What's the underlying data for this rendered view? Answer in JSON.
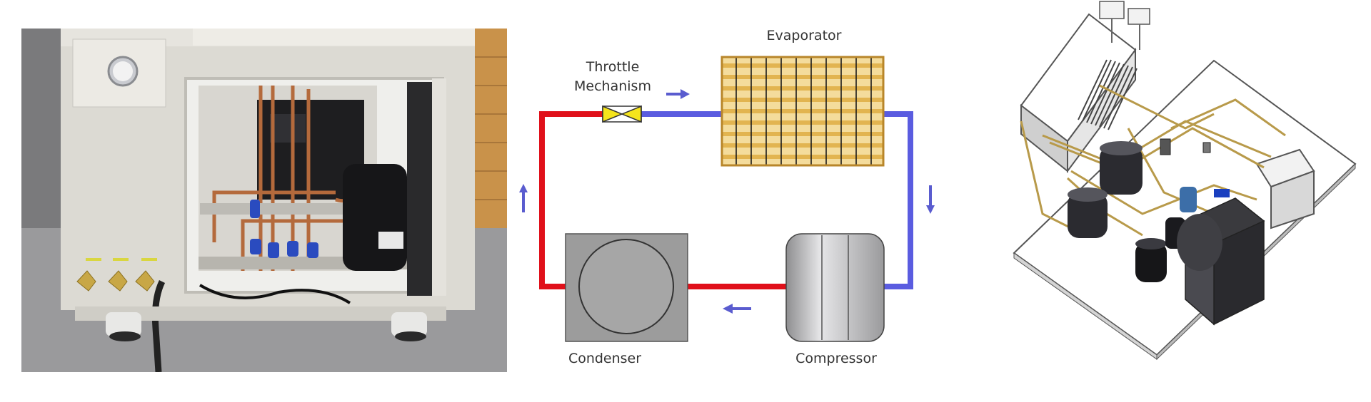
{
  "figure": {
    "labels": {
      "evaporator": "Evaporator",
      "throttle_line1": "Throttle",
      "throttle_line2": "Mechanism",
      "condenser": "Condenser",
      "compressor": "Compressor"
    },
    "colors": {
      "hot_line": "#e0101a",
      "cold_line": "#5a5ce0",
      "arrow": "#5a5ccf",
      "evaporator": "#e2b450",
      "throttle": "#f5e41c",
      "condenser": "#9c9c9c"
    }
  }
}
